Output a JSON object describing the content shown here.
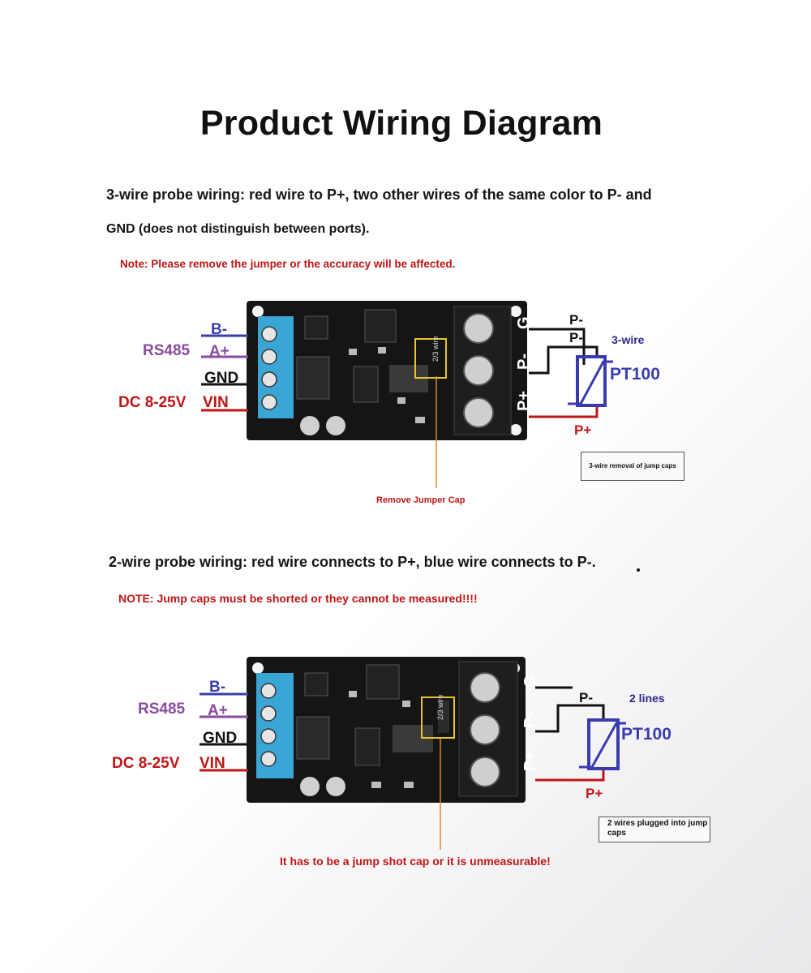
{
  "title": "Product Wiring Diagram",
  "section1": {
    "desc_line1": "3-wire probe wiring: red wire to P+, two other wires of the same color to P- and",
    "desc_line2": "GND (does not distinguish between ports).",
    "note": "Note: Please remove the jumper or the accuracy will be affected.",
    "left_labels": {
      "b_minus": "B-",
      "rs485": "RS485",
      "a_plus": "A+",
      "gnd": "GND",
      "dc": "DC 8-25V",
      "vin": "VIN"
    },
    "right_labels": {
      "p_minus_1": "P-",
      "p_minus_2": "P-",
      "p_plus": "P+",
      "mode": "3-wire",
      "sensor": "PT100"
    },
    "terminal_labels": {
      "g": "G",
      "p_minus": "P-",
      "p_plus": "P+"
    },
    "jumper_label": "2/3 wire",
    "callout": "Remove Jumper Cap",
    "box_note": "3-wire removal of jump caps"
  },
  "section2": {
    "desc": "2-wire probe wiring: red wire connects to P+, blue wire connects to P-.",
    "note": "NOTE: Jump caps must be shorted or they cannot be measured!!!!",
    "left_labels": {
      "b_minus": "B-",
      "rs485": "RS485",
      "a_plus": "A+",
      "gnd": "GND",
      "dc": "DC 8-25V",
      "vin": "VIN"
    },
    "right_labels": {
      "p_minus": "P-",
      "p_plus": "P+",
      "mode": "2 lines",
      "sensor": "PT100"
    },
    "terminal_labels": {
      "g": "G",
      "p_minus": "P-",
      "p_plus": "P+"
    },
    "jumper_label": "2/3 wire",
    "callout": "It has to be a jump shot cap or it is unmeasurable!",
    "box_note": "2 wires plugged into jump caps"
  },
  "colors": {
    "blue_label": "#3a3fa8",
    "purple_label": "#8a4aa0",
    "red_label": "#c01515",
    "board": "#151515",
    "terminal_blue": "#3aa6d6",
    "sensor_blue": "#3b3bb0",
    "callout_line": "#d88a2a"
  },
  "icons": [
    "pcb-board-image",
    "thermistor-symbol",
    "screw-terminal-icon",
    "jumper-cap-icon"
  ]
}
